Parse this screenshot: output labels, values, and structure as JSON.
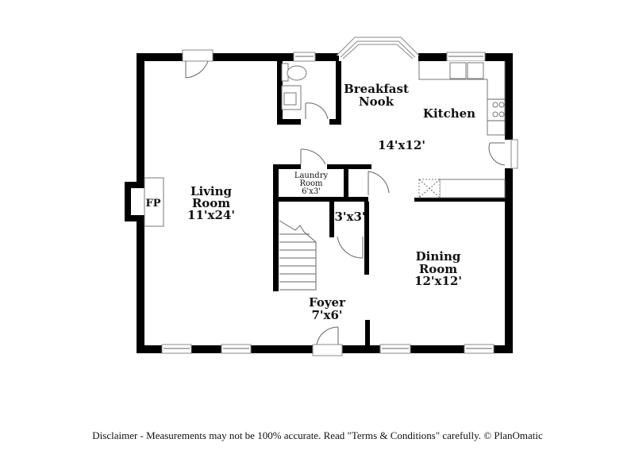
{
  "plan": {
    "rooms": [
      {
        "id": "living-room",
        "name_line1": "Living",
        "name_line2": "Room",
        "dims": "11'x24'"
      },
      {
        "id": "breakfast-nook",
        "name_line1": "Breakfast",
        "name_line2": "Nook"
      },
      {
        "id": "kitchen",
        "name_line1": "Kitchen",
        "dims": "14'x12'"
      },
      {
        "id": "laundry-room",
        "name_line1": "Laundry",
        "name_line2": "Room",
        "dims": "6'x3'"
      },
      {
        "id": "closet",
        "dims": "3'x3'"
      },
      {
        "id": "dining-room",
        "name_line1": "Dining",
        "name_line2": "Room",
        "dims": "12'x12'"
      },
      {
        "id": "foyer",
        "name_line1": "Foyer",
        "dims": "7'x6'"
      }
    ],
    "fireplace_label": "FP"
  },
  "footer": {
    "disclaimer": "Disclaimer - Measurements may not be 100% accurate. Read \"Terms & Conditions\" carefully. © PlanOmatic"
  }
}
